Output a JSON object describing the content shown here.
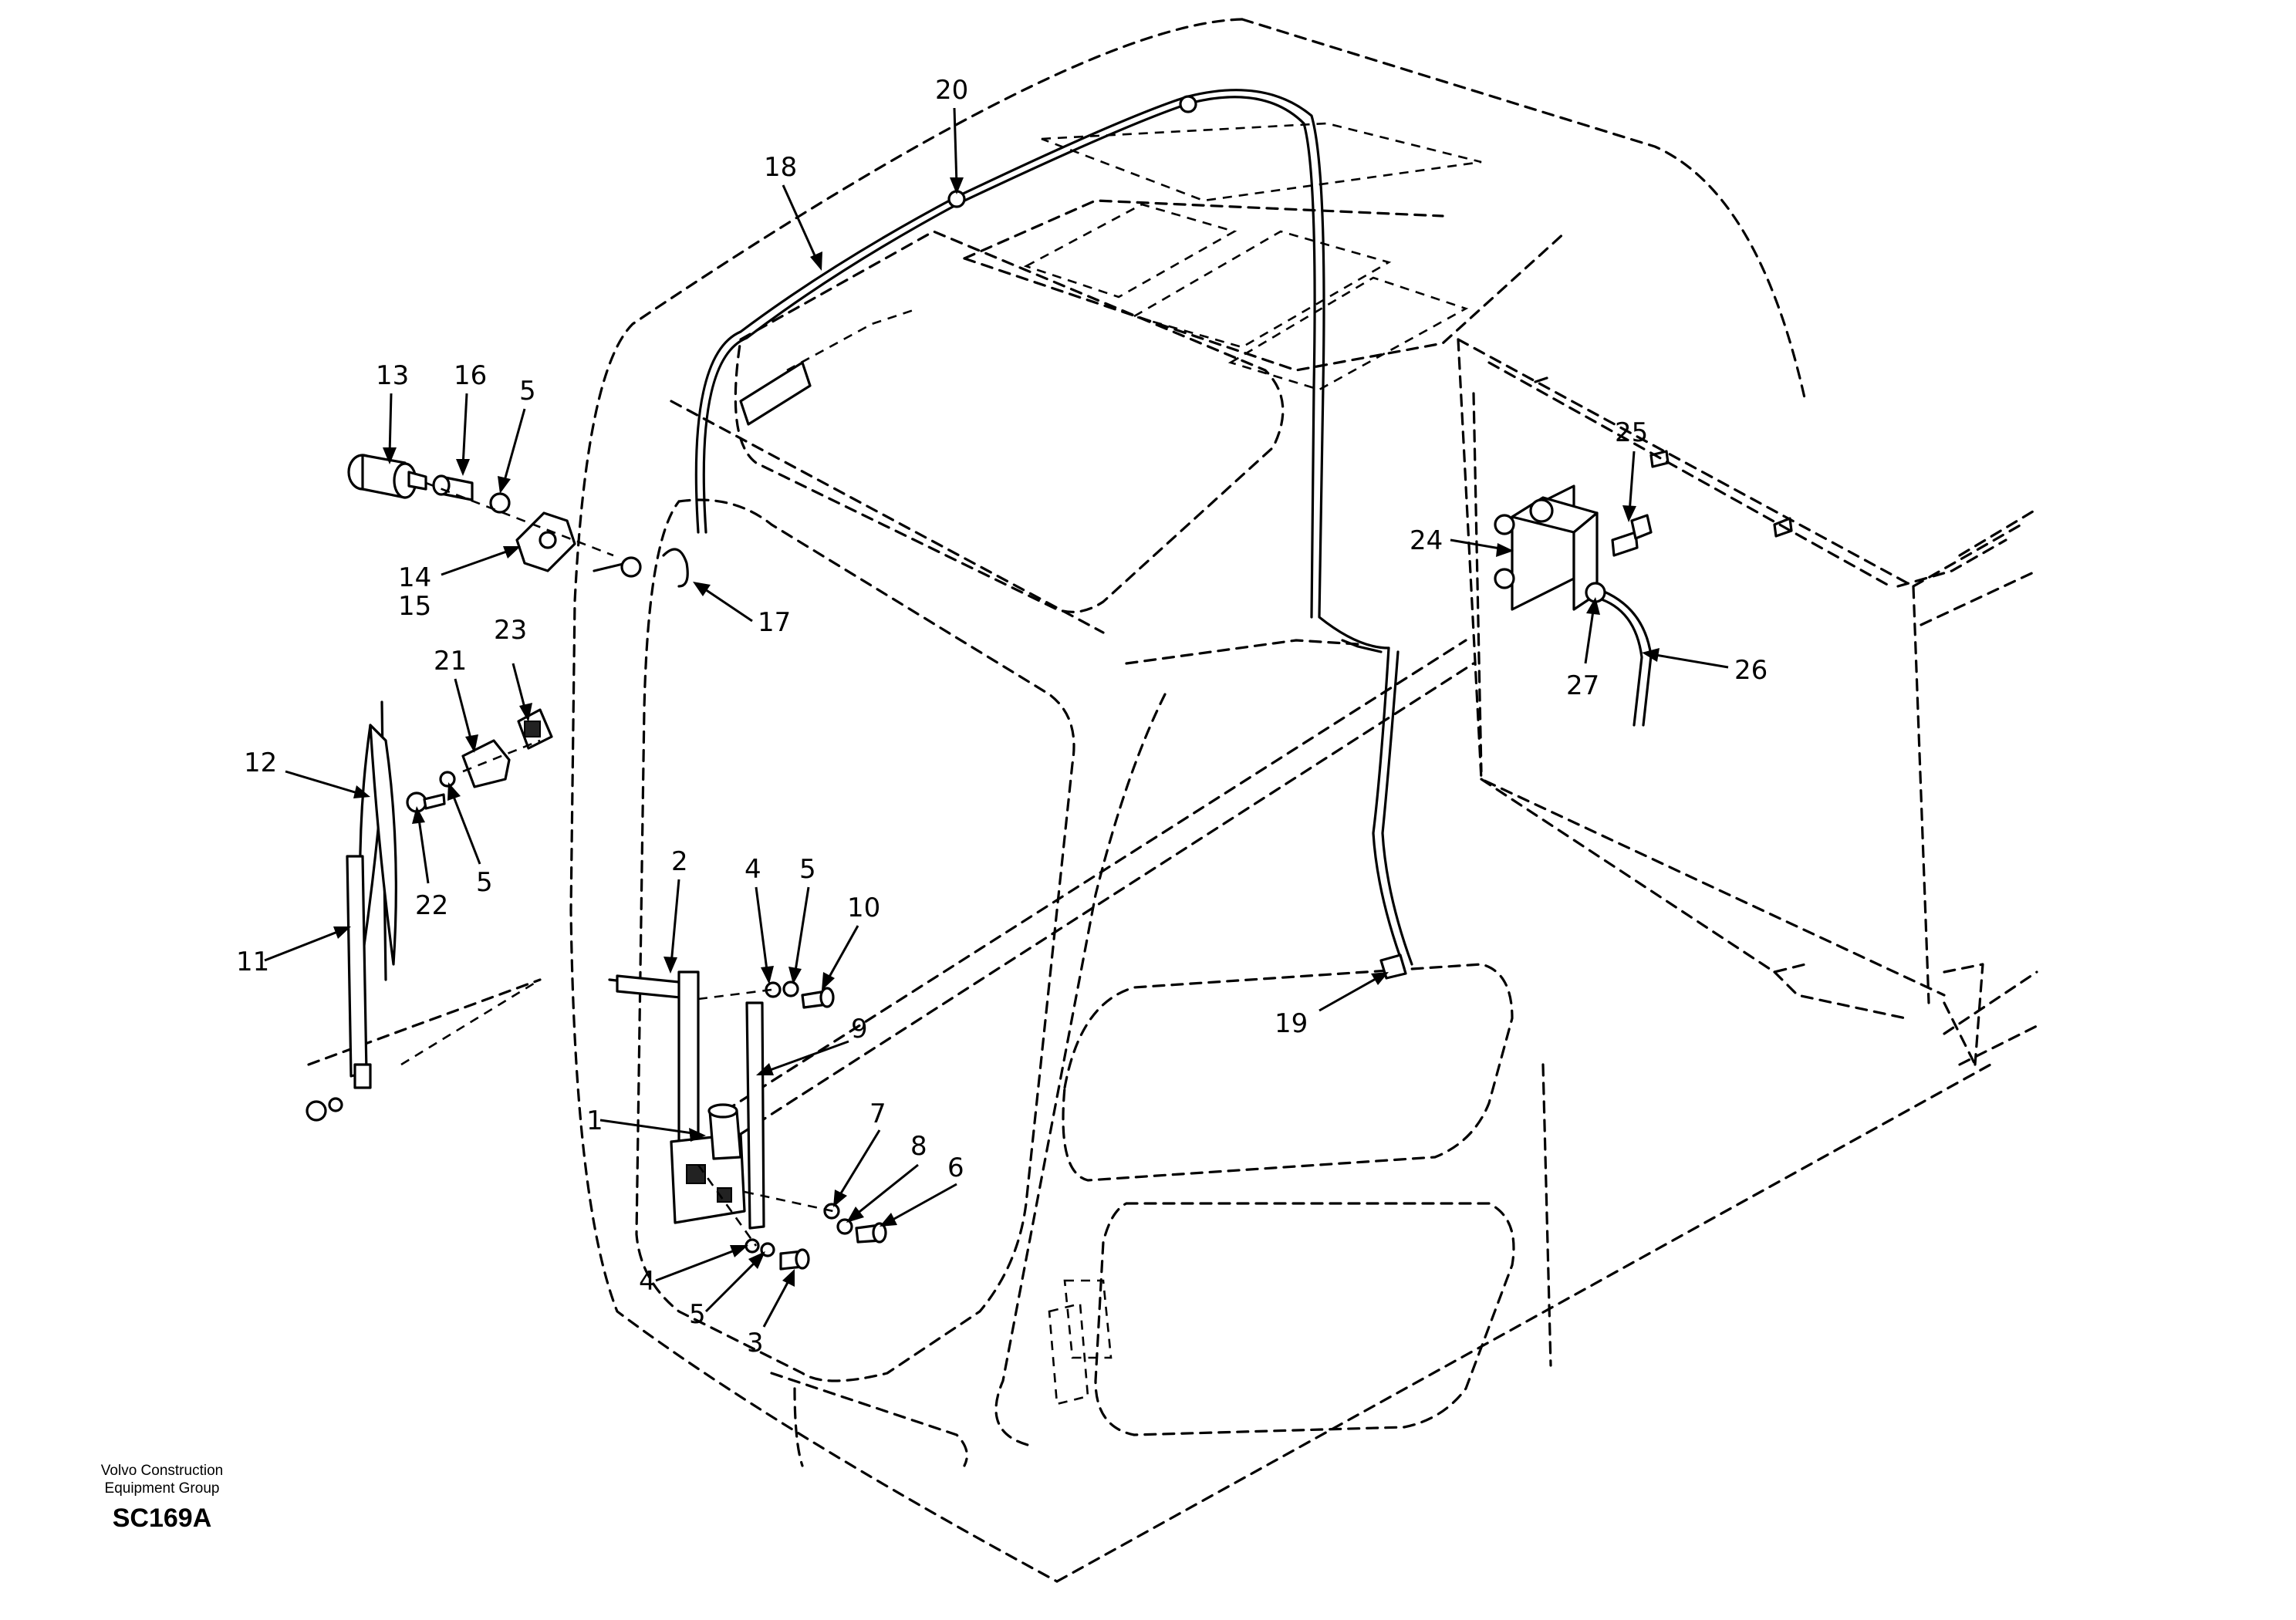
{
  "callouts": {
    "c1": "1",
    "c2": "2",
    "c3": "3",
    "c4a": "4",
    "c4b": "4",
    "c5a": "5",
    "c5b": "5",
    "c5c": "5",
    "c5d": "5",
    "c6": "6",
    "c7": "7",
    "c8": "8",
    "c9": "9",
    "c10": "10",
    "c11": "11",
    "c12": "12",
    "c13": "13",
    "c14": "14",
    "c15": "15",
    "c16": "16",
    "c17": "17",
    "c18": "18",
    "c19": "19",
    "c20": "20",
    "c21": "21",
    "c22": "22",
    "c23": "23",
    "c24": "24",
    "c25": "25",
    "c26": "26",
    "c27": "27"
  },
  "footer": {
    "company_line1": "Volvo Construction",
    "company_line2": "Equipment Group",
    "drawing_code": "SC169A"
  }
}
